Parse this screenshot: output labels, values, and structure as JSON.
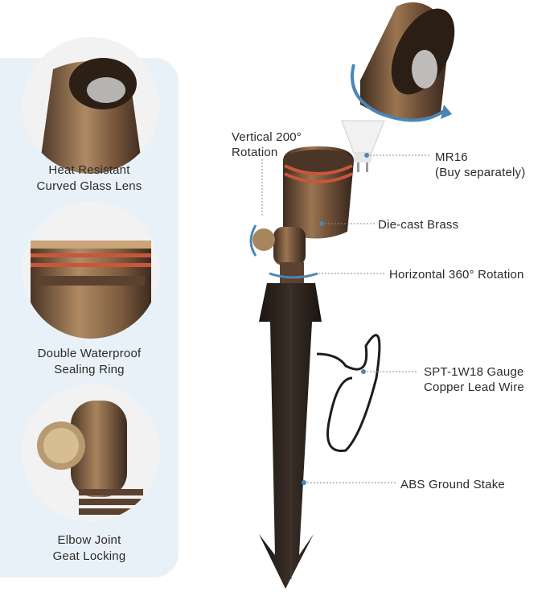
{
  "features": [
    {
      "line1": "Heat Resistant",
      "line2": "Curved Glass Lens",
      "icon": "lens-closeup-icon"
    },
    {
      "line1": "Double Waterproof",
      "line2": "Sealing Ring",
      "icon": "sealing-ring-closeup-icon"
    },
    {
      "line1": "Elbow Joint",
      "line2": "Geat Locking",
      "icon": "elbow-joint-closeup-icon"
    }
  ],
  "callouts": {
    "vertical_l1": "Vertical 200°",
    "vertical_l2": "Rotation",
    "mr16_l1": "MR16",
    "mr16_l2": "(Buy separately)",
    "brass": "Die-cast Brass",
    "horizontal": "Horizontal 360° Rotation",
    "wire_l1": "SPT-1W18 Gauge",
    "wire_l2": "Copper Lead Wire",
    "stake": "ABS Ground Stake"
  },
  "colors": {
    "panel": "#e9f1f8",
    "brass": "#7a5a3c",
    "accent": "#4a86b6",
    "ring": "#c9563b",
    "stake": "#2a211c"
  }
}
